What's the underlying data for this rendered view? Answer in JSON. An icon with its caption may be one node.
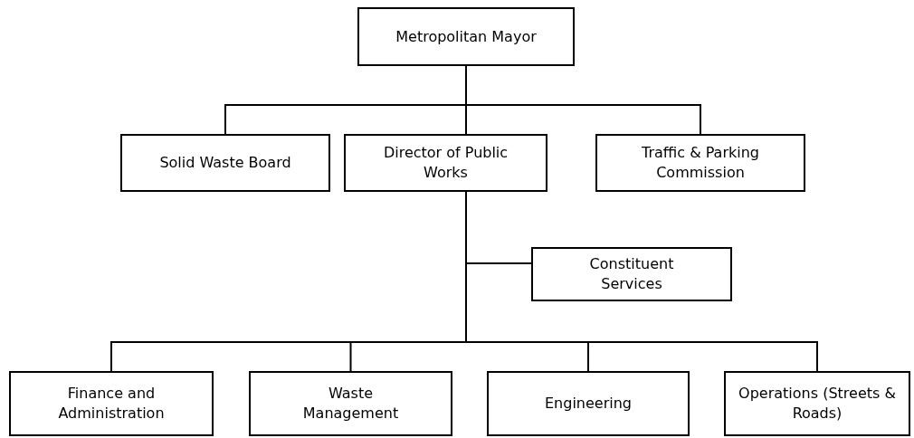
{
  "diagram": {
    "nodes": [
      {
        "text": [
          "Metropolitan Mayor"
        ]
      },
      {
        "text": [
          "Solid Waste Board"
        ]
      },
      {
        "text": [
          "Director of Public Works"
        ]
      },
      {
        "text": [
          "Traffic & Parking Commission"
        ]
      },
      {
        "text": [
          "Constituent Services"
        ]
      },
      {
        "text": [
          "Finance and Administration"
        ]
      },
      {
        "text": [
          "Waste Management"
        ]
      },
      {
        "text": [
          "Engineering"
        ]
      },
      {
        "text": [
          "Operations (Streets & Roads)"
        ]
      }
    ],
    "edges": [
      {
        "from": 0,
        "to": 1,
        "arrow": "none"
      },
      {
        "from": 0,
        "to": 2,
        "arrow": "none"
      },
      {
        "from": 0,
        "to": 3,
        "arrow": "none"
      },
      {
        "from": 2,
        "to": 4,
        "arrow": "none"
      },
      {
        "from": 2,
        "to": 5,
        "arrow": "none"
      },
      {
        "from": 2,
        "to": 6,
        "arrow": "none"
      },
      {
        "from": 2,
        "to": 7,
        "arrow": "none"
      },
      {
        "from": 2,
        "to": 8,
        "arrow": "none"
      }
    ]
  }
}
